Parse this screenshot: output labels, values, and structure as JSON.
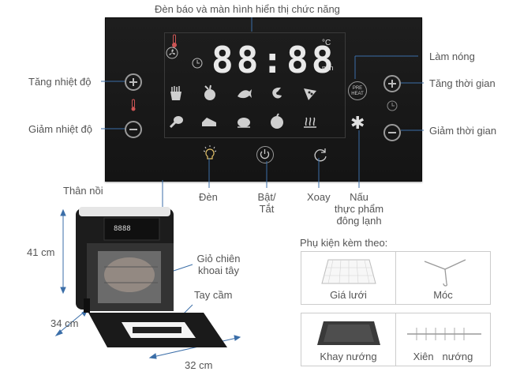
{
  "labels": {
    "display": "Đèn báo và màn hình hiển thị chức năng",
    "temp_up": "Tăng nhiệt độ",
    "temp_down": "Giảm nhiệt độ",
    "preheat": "Làm nóng",
    "time_up": "Tăng thời gian",
    "time_down": "Giảm thời gian",
    "light": "Đèn",
    "power_line1": "Bật/",
    "power_line2": "Tắt",
    "rotate": "Xoay",
    "frozen_line1": "Nấu",
    "frozen_line2": "thực phẩm",
    "frozen_line3": "đông lạnh",
    "body": "Thân nồi",
    "basket_line1": "Giỏ chiên",
    "basket_line2": "khoai tây",
    "handle": "Tay cầm"
  },
  "panel": {
    "digits": "88:88",
    "unit_c": "°C",
    "unit_min": "min",
    "preheat_btn_line1": "PRE",
    "preheat_btn_line2": "HEAT"
  },
  "dimensions": {
    "height": "41 cm",
    "depth": "34 cm",
    "width": "32 cm"
  },
  "accessories": {
    "title": "Phụ kiện kèm theo:",
    "items": [
      {
        "name": "Giá lưới",
        "icon": "rack-icon"
      },
      {
        "name": "Móc",
        "icon": "hook-icon"
      },
      {
        "name": "Khay nướng",
        "icon": "baking-tray-icon"
      },
      {
        "name": "Xiên   nướng",
        "icon": "skewer-icon"
      }
    ]
  },
  "colors": {
    "panel": "#181818",
    "icon": "#d0d0d0",
    "dimension_line": "#3b6ea8",
    "leader_line": "#3b6ea8"
  }
}
